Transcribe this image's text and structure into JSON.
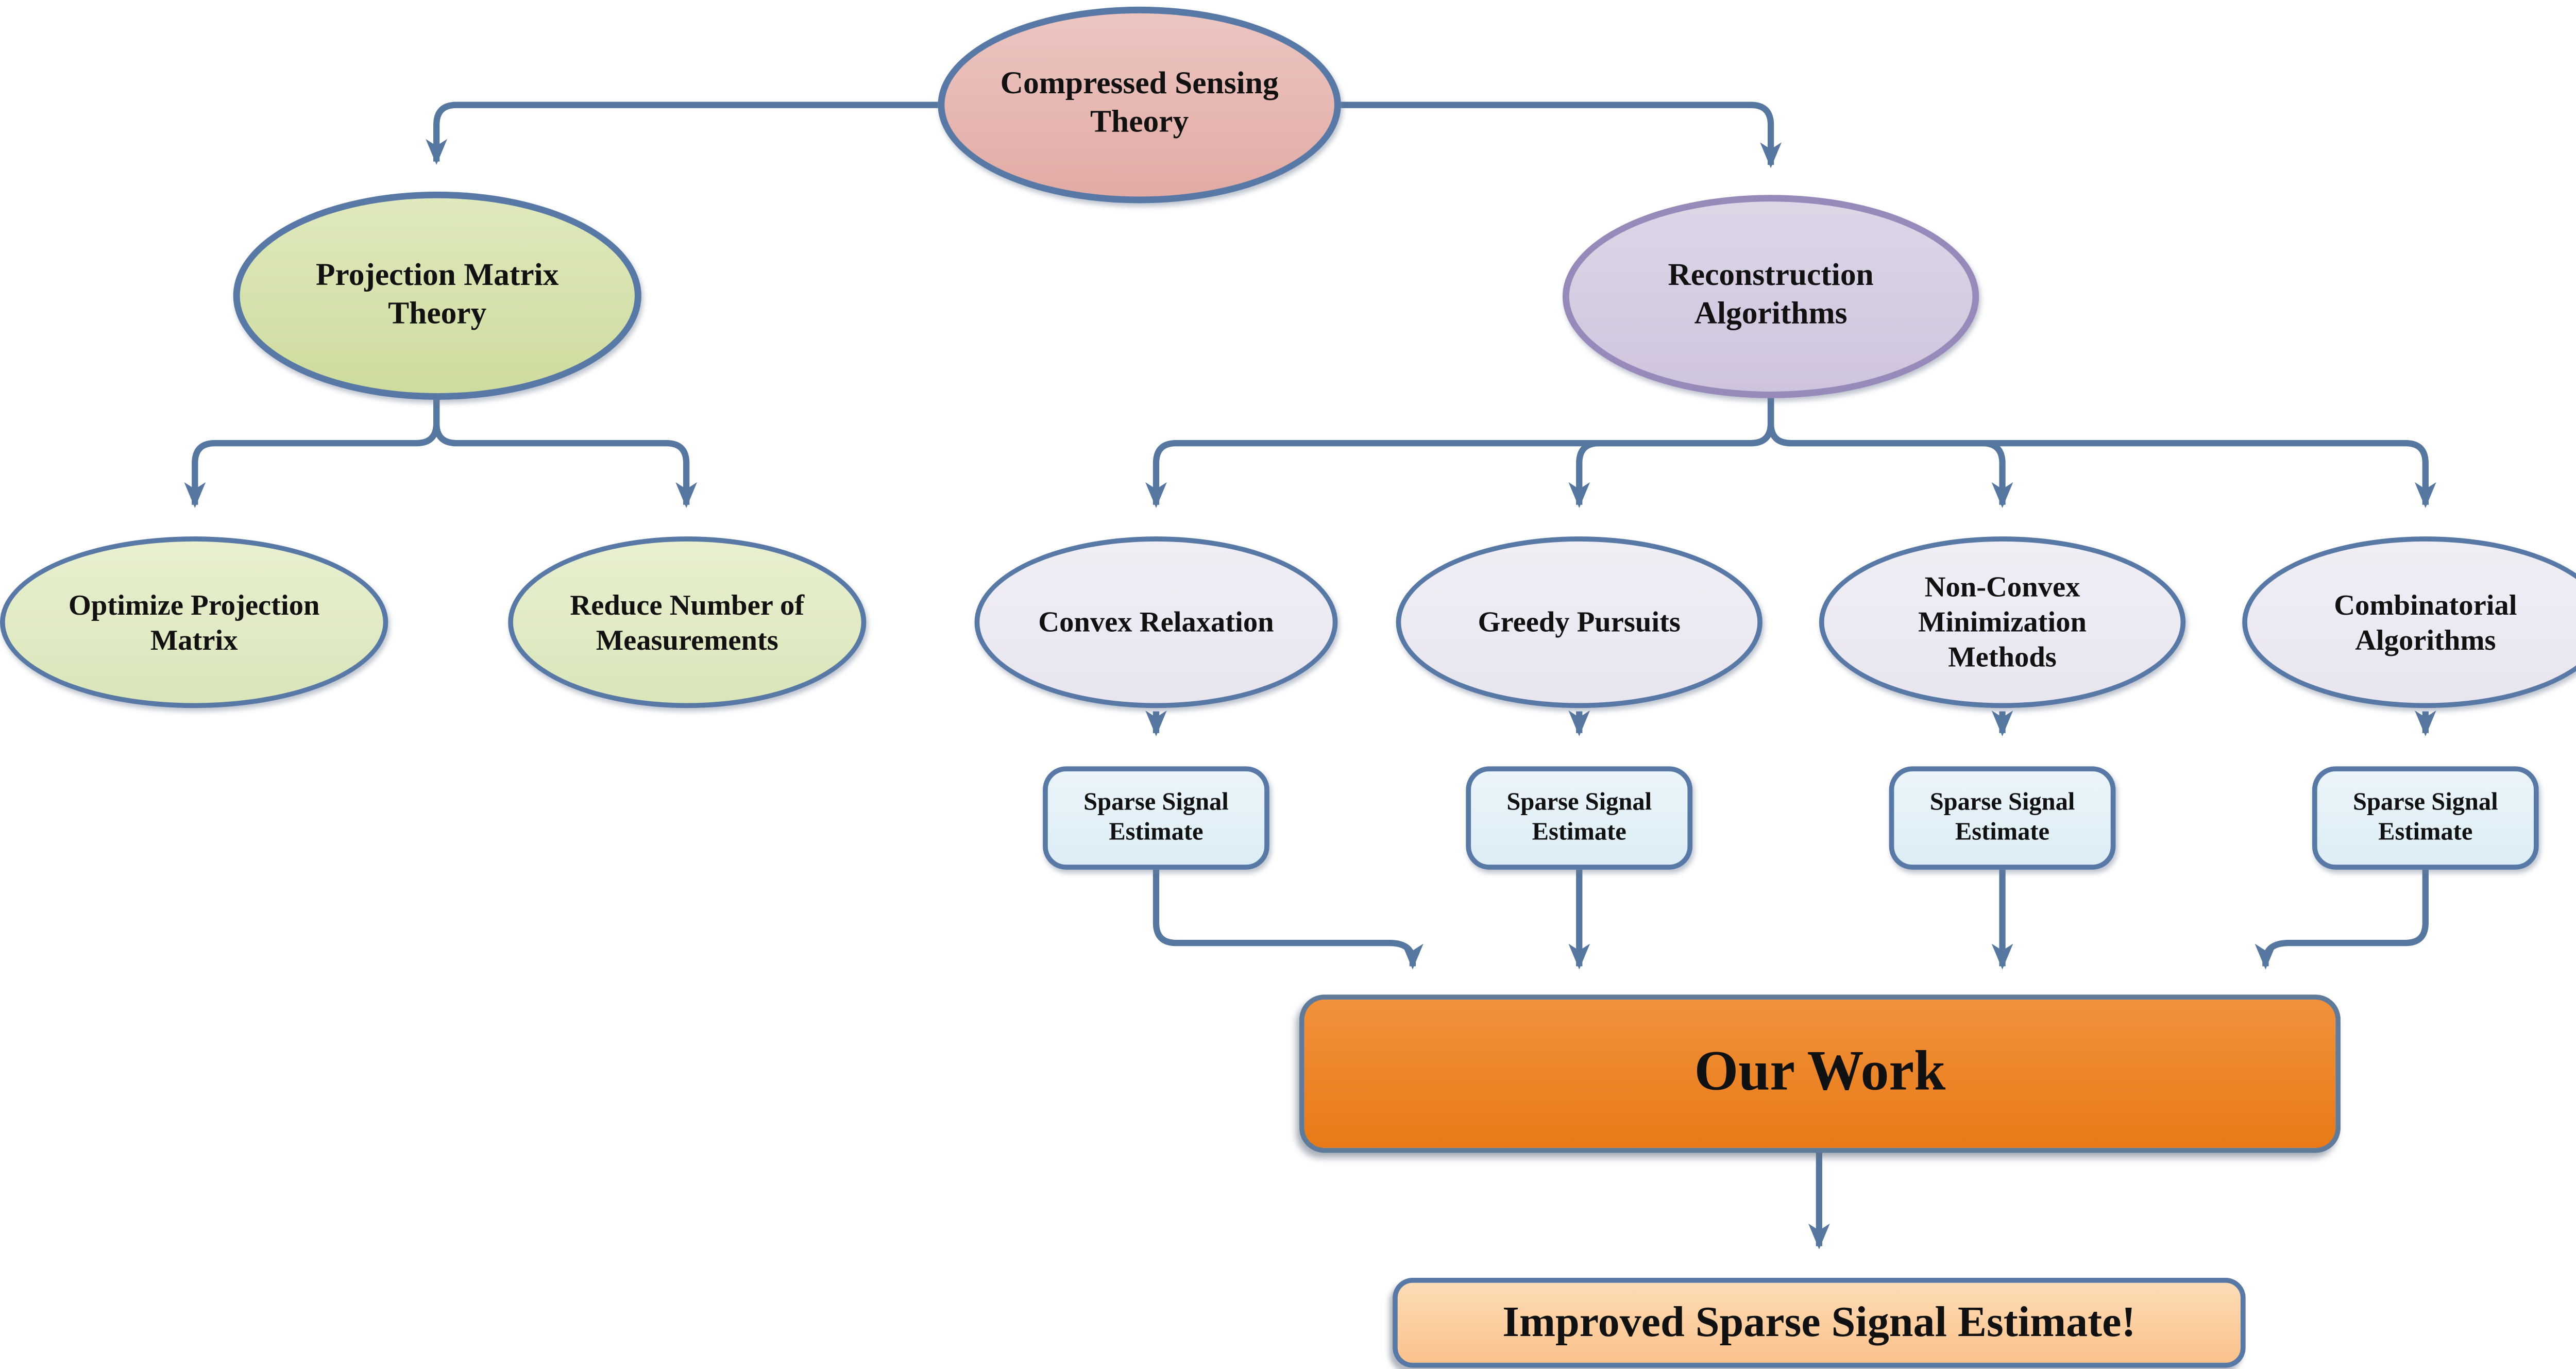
{
  "diagram": {
    "nodes": {
      "compressed_sensing": {
        "label": "Compressed Sensing\nTheory"
      },
      "projection_matrix": {
        "label": "Projection Matrix\nTheory"
      },
      "reconstruction": {
        "label": "Reconstruction\nAlgorithms"
      },
      "optimize_projection": {
        "label": "Optimize Projection\nMatrix"
      },
      "reduce_measurements": {
        "label": "Reduce Number of\nMeasurements"
      },
      "convex_relaxation": {
        "label": "Convex Relaxation"
      },
      "greedy_pursuits": {
        "label": "Greedy Pursuits"
      },
      "nonconvex_min": {
        "label": "Non-Convex\nMinimization\nMethods"
      },
      "combinatorial": {
        "label": "Combinatorial\nAlgorithms"
      },
      "sse_convex": {
        "label": "Sparse Signal\nEstimate"
      },
      "sse_greedy": {
        "label": "Sparse Signal\nEstimate"
      },
      "sse_nonconvex": {
        "label": "Sparse Signal\nEstimate"
      },
      "sse_combinatorial": {
        "label": "Sparse Signal\nEstimate"
      },
      "our_work": {
        "label": "Our Work"
      },
      "improved": {
        "label": "Improved Sparse Signal Estimate!"
      }
    },
    "colors": {
      "arrow": "#56779f",
      "border_blue": "#5878a6",
      "border_purple": "#978abb",
      "border_orange_box": "#5f7b99",
      "fill_rose": "#e6b7b2",
      "fill_green": "#d5e0a8",
      "fill_light_green": "#e1eac6",
      "fill_lavender": "#d5cce1",
      "fill_light_lavender": "#edebf3",
      "fill_light_blue": "#e2f0f7",
      "fill_orange": "#ec8226",
      "fill_peach": "#fbcf9f",
      "text": "#111111"
    }
  }
}
